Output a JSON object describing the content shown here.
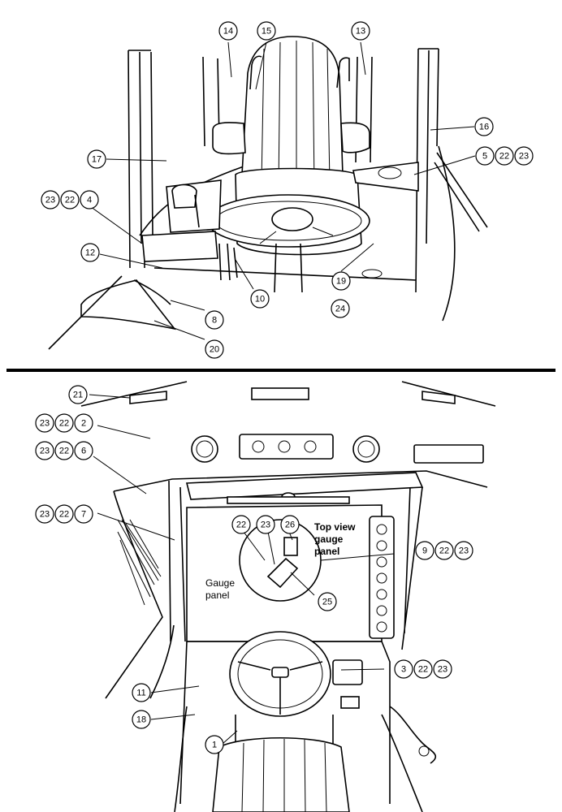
{
  "top_view": {
    "callouts": [
      {
        "id": "c14",
        "label": "14"
      },
      {
        "id": "c15",
        "label": "15"
      },
      {
        "id": "c13",
        "label": "13"
      },
      {
        "id": "c16",
        "label": "16"
      },
      {
        "id": "c17",
        "label": "17"
      },
      {
        "id": "c5",
        "label": "5"
      },
      {
        "id": "c22a",
        "label": "22"
      },
      {
        "id": "c23a",
        "label": "23"
      },
      {
        "id": "c23b",
        "label": "23"
      },
      {
        "id": "c22b",
        "label": "22"
      },
      {
        "id": "c4",
        "label": "4"
      },
      {
        "id": "c12",
        "label": "12"
      },
      {
        "id": "c19",
        "label": "19"
      },
      {
        "id": "c10",
        "label": "10"
      },
      {
        "id": "c24",
        "label": "24"
      },
      {
        "id": "c8",
        "label": "8"
      },
      {
        "id": "c20",
        "label": "20"
      }
    ]
  },
  "bottom_view": {
    "callouts": [
      {
        "id": "c21",
        "label": "21"
      },
      {
        "id": "c23c",
        "label": "23"
      },
      {
        "id": "c22c",
        "label": "22"
      },
      {
        "id": "c2",
        "label": "2"
      },
      {
        "id": "c23d",
        "label": "23"
      },
      {
        "id": "c22d",
        "label": "22"
      },
      {
        "id": "c6",
        "label": "6"
      },
      {
        "id": "c23e",
        "label": "23"
      },
      {
        "id": "c22e",
        "label": "22"
      },
      {
        "id": "c7",
        "label": "7"
      },
      {
        "id": "c22f",
        "label": "22"
      },
      {
        "id": "c23f",
        "label": "23"
      },
      {
        "id": "c26",
        "label": "26"
      },
      {
        "id": "c9",
        "label": "9"
      },
      {
        "id": "c22g",
        "label": "22"
      },
      {
        "id": "c23g",
        "label": "23"
      },
      {
        "id": "c25",
        "label": "25"
      },
      {
        "id": "c3",
        "label": "3"
      },
      {
        "id": "c22h",
        "label": "22"
      },
      {
        "id": "c23h",
        "label": "23"
      },
      {
        "id": "c11",
        "label": "11"
      },
      {
        "id": "c18",
        "label": "18"
      },
      {
        "id": "c1",
        "label": "1"
      }
    ],
    "top_view_label": [
      "Top view",
      "gauge",
      "panel"
    ],
    "gauge_panel_label": [
      "Gauge",
      "panel"
    ]
  }
}
